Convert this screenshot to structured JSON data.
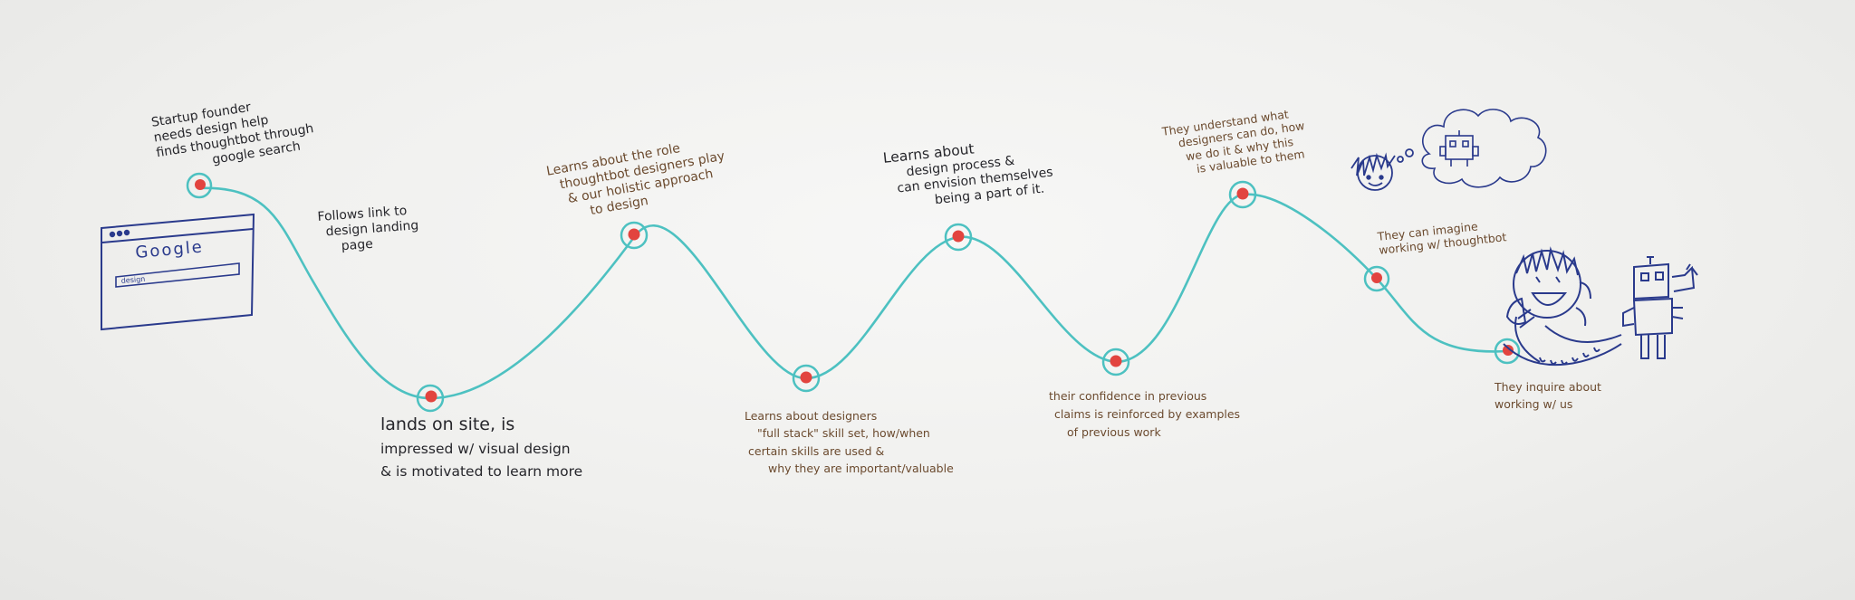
{
  "colors": {
    "path": "#4dc1c1",
    "dot": "#e2443f",
    "marker_black": "#26262b",
    "marker_brown": "#6b4a2e",
    "marker_blue": "#2a3a8c"
  },
  "browser_sketch": {
    "search_logo": "Google",
    "search_query": "design"
  },
  "journey_steps": [
    {
      "lines": [
        "Startup founder",
        "needs design help",
        "finds thoughtbot through",
        "google search"
      ]
    },
    {
      "lines": [
        "Follows link to",
        "design landing",
        "page"
      ]
    },
    {
      "lines": [
        "lands on site, is",
        "impressed w/ visual design",
        "& is motivated to learn more"
      ]
    },
    {
      "lines": [
        "Learns about the role",
        "thoughtbot designers play",
        "& our holistic approach",
        "to design"
      ]
    },
    {
      "lines": [
        "Learns about designers",
        "\"full stack\" skill set, how/when",
        "certain skills are used &",
        "why they are important/valuable"
      ]
    },
    {
      "lines": [
        "Learns about",
        "design process &",
        "can envision themselves",
        "being a part of it."
      ]
    },
    {
      "lines": [
        "their confidence in previous",
        "claims is reinforced by examples",
        "of previous work"
      ]
    },
    {
      "lines": [
        "They understand what",
        "designers can do, how",
        "we do it & why this",
        "is valuable to them"
      ]
    },
    {
      "lines": [
        "They can imagine",
        "working w/ thoughtbot"
      ]
    },
    {
      "lines": [
        "They inquire about",
        "working w/ us"
      ]
    }
  ],
  "icons": [
    "browser-window-icon",
    "person-thinking-icon",
    "thought-cloud-icon",
    "robot-icon",
    "person-on-phone-icon",
    "robot-on-phone-icon"
  ]
}
